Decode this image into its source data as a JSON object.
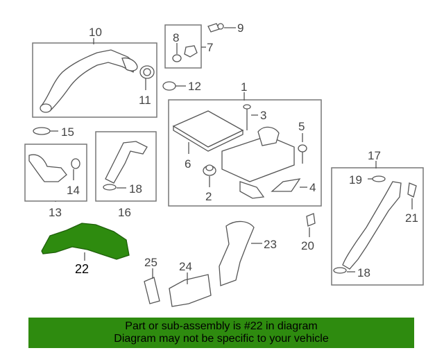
{
  "callouts": {
    "c1": "1",
    "c2": "2",
    "c3": "3",
    "c4": "4",
    "c5": "5",
    "c6": "6",
    "c7": "7",
    "c8": "8",
    "c9": "9",
    "c10": "10",
    "c11": "11",
    "c12": "12",
    "c13": "13",
    "c14": "14",
    "c15": "15",
    "c16": "16",
    "c17": "17",
    "c18a": "18",
    "c18b": "18",
    "c19": "19",
    "c20": "20",
    "c21": "21",
    "c22": "22",
    "c23": "23",
    "c24": "24",
    "c25": "25"
  },
  "highlight": {
    "part": "22",
    "color": "#2e8b0f"
  },
  "banner": {
    "line1": "Part or sub-assembly is #22 in diagram",
    "line2": "Diagram may not be specific to your vehicle",
    "background": "#2e8b0f"
  }
}
